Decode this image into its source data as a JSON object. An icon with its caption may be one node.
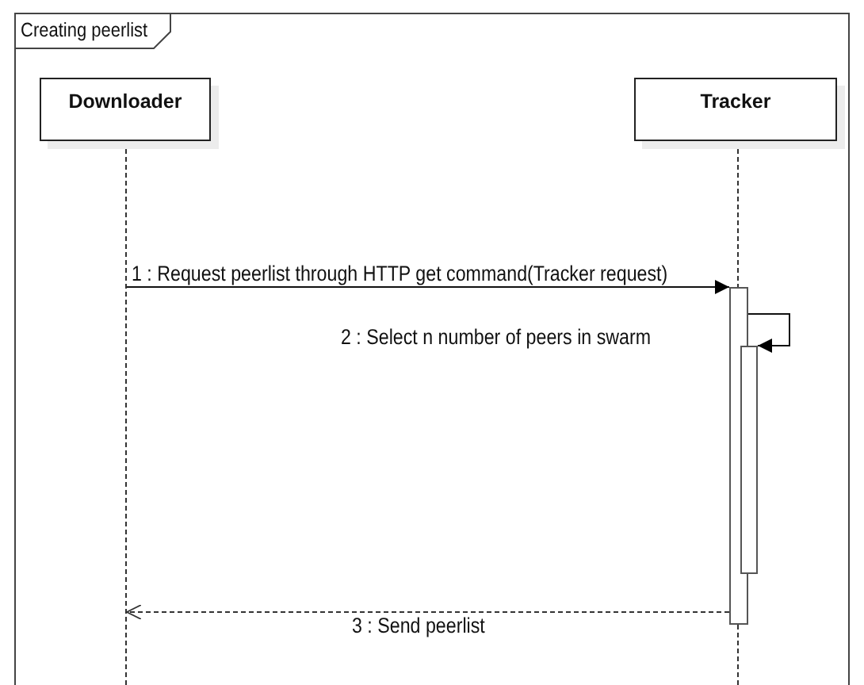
{
  "diagram": {
    "nodes": [
      {
        "text": [
          "Creating peerlist"
        ]
      },
      {
        "text": [
          "Downloader"
        ],
        "in": 0
      },
      {
        "text": [
          "Tracker"
        ],
        "in": 0
      },
      {
        "text": [],
        "shape": "line",
        "in": 0
      },
      {
        "text": [],
        "shape": "line",
        "in": 0
      },
      {
        "text": [],
        "shape": "bar",
        "in": 0
      },
      {
        "text": [],
        "shape": "bar",
        "in": 0
      }
    ],
    "edges": [
      {
        "from": 3,
        "to": 5,
        "arrow": "to",
        "label": "1 : Request peerlist through HTTP get command(Tracker request)"
      },
      {
        "from": 5,
        "to": 6,
        "arrow": "to",
        "label": "2 : Select n number of peers in swarm"
      },
      {
        "from": 5,
        "to": 3,
        "arrow": "to",
        "style": "dashed",
        "label": "3 : Send peerlist"
      }
    ]
  }
}
